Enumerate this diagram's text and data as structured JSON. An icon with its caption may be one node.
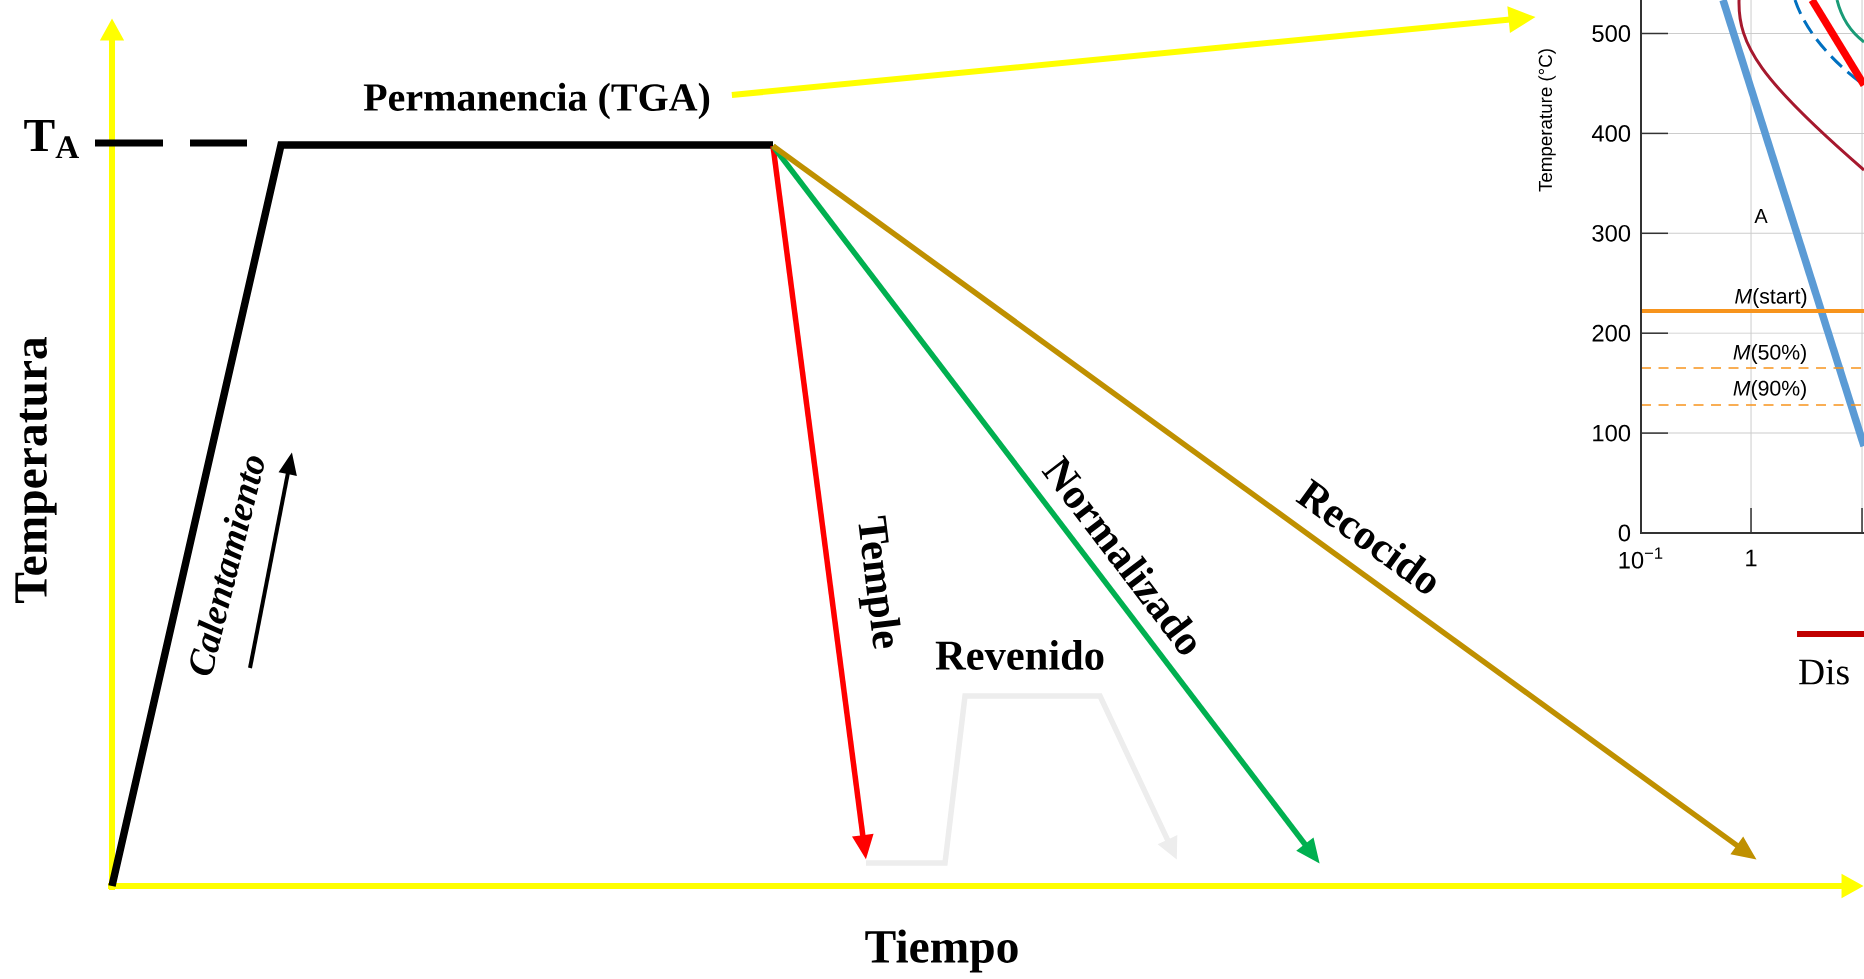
{
  "diagram": {
    "nodes": [
      {
        "text": [
          "Permanencia (TGA)"
        ]
      },
      {
        "text": [],
        "shape": "chart"
      }
    ],
    "edges": [
      {
        "from": 0,
        "to": 1,
        "arrow": "to",
        "color": "#ffff00"
      }
    ],
    "labels": [
      "T$_{A}$",
      "Temperatura",
      "Calentamiento",
      "Temple",
      "Revenido",
      "Normalizado",
      "Recocido",
      "Tiempo",
      "Temperature (°C)",
      "500",
      "400",
      "300",
      "200",
      "100",
      "0",
      "A",
      "*M*(start)",
      "*M*(50%)",
      "*M*(90%)",
      "10$^{−1}$",
      "1",
      "Dis"
    ]
  }
}
